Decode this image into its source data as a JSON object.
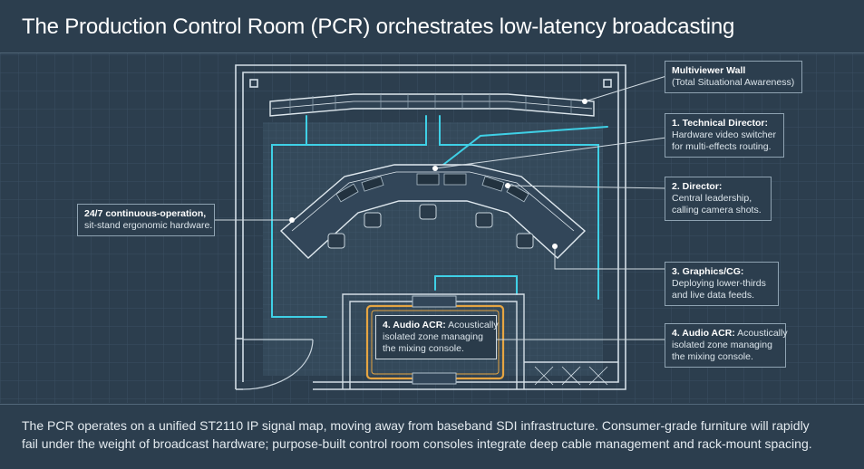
{
  "title": "The Production Control Room (PCR) orchestrates low-latency broadcasting",
  "callouts": {
    "multiviewer": {
      "title": "Multiviewer Wall",
      "line1": "(Total Situational Awareness)"
    },
    "technical_director": {
      "title": "1. Technical Director:",
      "line1": "Hardware video switcher",
      "line2": "for multi-effects routing."
    },
    "director": {
      "title": "2. Director:",
      "line1": "Central leadership,",
      "line2": "calling camera shots."
    },
    "continuous_operation": {
      "title": "24/7 continuous-operation,",
      "line1": "sit-stand ergonomic hardware."
    },
    "graphics": {
      "title": "3. Graphics/CG:",
      "line1": "Deploying lower-thirds",
      "line2": "and live data feeds."
    },
    "audio_inner": {
      "title": "4. Audio ACR:",
      "line0": "Acoustically",
      "line1": "isolated zone managing",
      "line2": "the mixing console."
    },
    "audio_right": {
      "title": "4. Audio ACR:",
      "line0": "Acoustically",
      "line1": "isolated zone managing",
      "line2": "the mixing console."
    }
  },
  "footer": {
    "line1": "The PCR operates on a unified ST2110 IP signal map, moving away from baseband SDI infrastructure. Consumer-grade furniture will rapidly",
    "line2": "fail under the weight of broadcast hardware; purpose-built control room consoles integrate deep cable management and rack-mount spacing."
  },
  "colors": {
    "background": "#2c3e4e",
    "blueprint_line": "#c9d6df",
    "signal_cyan": "#3fd0e6",
    "audio_amber": "#e6a542"
  }
}
